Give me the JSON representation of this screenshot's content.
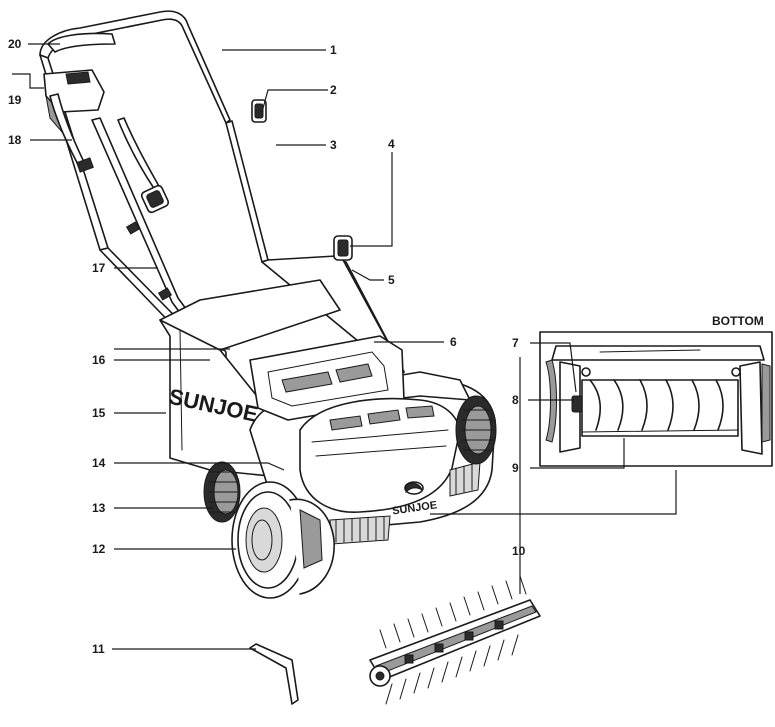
{
  "brand": {
    "housing_logo": "SUNJOE",
    "bag_logo": "SUNJOE"
  },
  "inset": {
    "heading": "BOTTOM"
  },
  "callouts": [
    {
      "id": "c1",
      "label": "1"
    },
    {
      "id": "c2",
      "label": "2"
    },
    {
      "id": "c3",
      "label": "3"
    },
    {
      "id": "c4",
      "label": "4"
    },
    {
      "id": "c5",
      "label": "5"
    },
    {
      "id": "c6",
      "label": "6"
    },
    {
      "id": "c7",
      "label": "7"
    },
    {
      "id": "c8",
      "label": "8"
    },
    {
      "id": "c9",
      "label": "9"
    },
    {
      "id": "c10",
      "label": "10"
    },
    {
      "id": "c11",
      "label": "11"
    },
    {
      "id": "c12",
      "label": "12"
    },
    {
      "id": "c13",
      "label": "13"
    },
    {
      "id": "c14",
      "label": "14"
    },
    {
      "id": "c15",
      "label": "15"
    },
    {
      "id": "c16",
      "label": "16"
    },
    {
      "id": "c17",
      "label": "17"
    },
    {
      "id": "c18",
      "label": "18"
    },
    {
      "id": "c19",
      "label": "19"
    },
    {
      "id": "c20",
      "label": "20"
    }
  ]
}
